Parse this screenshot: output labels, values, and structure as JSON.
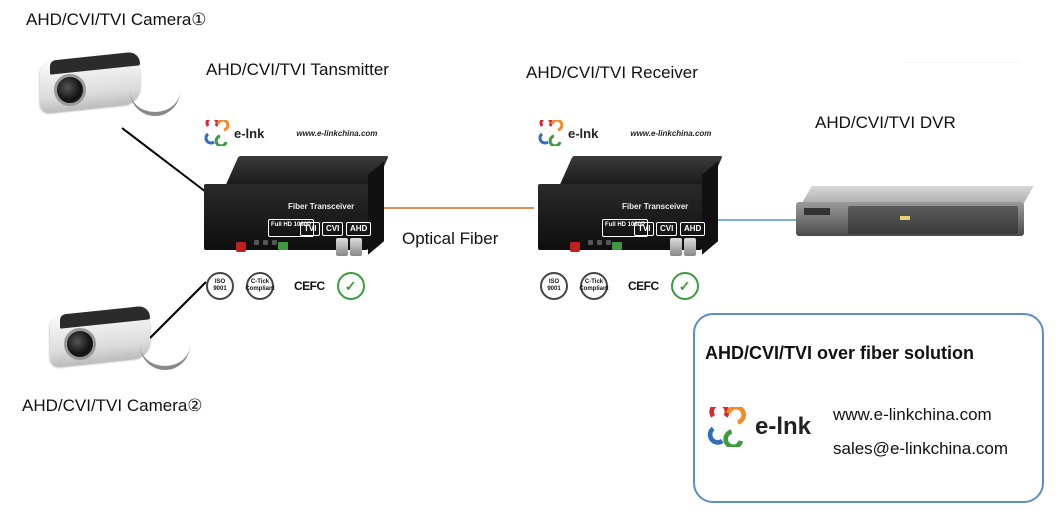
{
  "labels": {
    "camera1": "AHD/CVI/TVI Camera①",
    "camera2": "AHD/CVI/TVI Camera②",
    "transmitter": "AHD/CVI/TVI Tansmitter",
    "receiver": "AHD/CVI/TVI Receiver",
    "dvr": "AHD/CVI/TVI DVR",
    "optical_fiber": "Optical Fiber"
  },
  "device": {
    "brand": "e-lnk",
    "url": "www.e-linkchina.com",
    "front_title": "Fiber Transceiver",
    "badge_hd": "Full HD 1080P",
    "badge_tvi": "TVI",
    "badge_cvi": "CVI",
    "badge_ahd": "AHD",
    "cert_iso": "ISO 9001",
    "cert_ctick": "C-Tick Compliant",
    "cert_ce": "CEFC"
  },
  "info_box": {
    "title": "AHD/CVI/TVI over fiber solution",
    "brand": "e-lnk",
    "url": "www.e-linkchina.com",
    "email": "sales@e-linkchina.com"
  },
  "colors": {
    "fiber_line": "#d2691e",
    "dvr_line": "#5b8fc7",
    "camera_line": "#000000",
    "box_border": "#5b8fc7",
    "logo_red": "#d9282f",
    "logo_orange": "#f28c28",
    "logo_green": "#3d9a3d",
    "logo_blue": "#2e6fb7"
  }
}
